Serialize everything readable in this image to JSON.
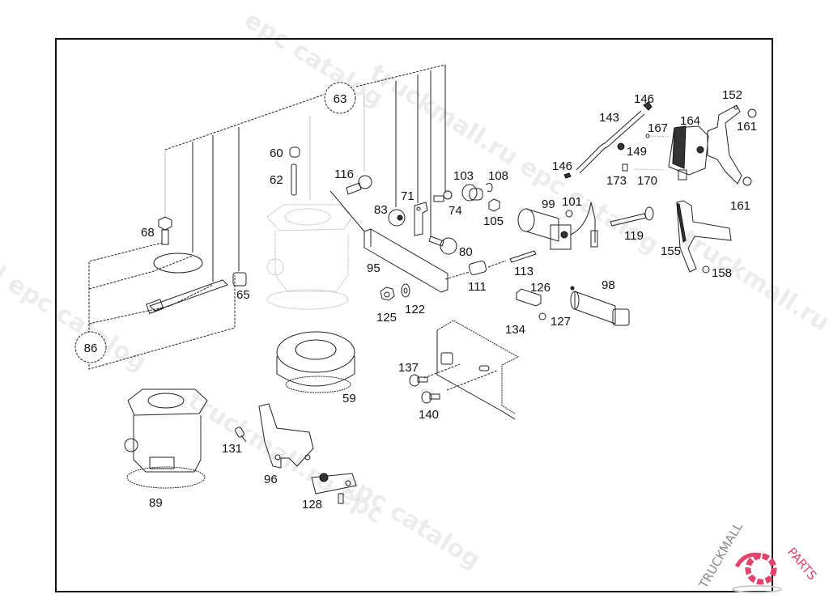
{
  "diagram": {
    "type": "exploded-parts-diagram",
    "callouts": [
      {
        "id": "63",
        "label": "63"
      },
      {
        "id": "86",
        "label": "86"
      }
    ],
    "part_labels": [
      {
        "id": "p60",
        "label": "60"
      },
      {
        "id": "p62",
        "label": "62"
      },
      {
        "id": "p68",
        "label": "68"
      },
      {
        "id": "p65",
        "label": "65"
      },
      {
        "id": "p116",
        "label": "116"
      },
      {
        "id": "p83",
        "label": "83"
      },
      {
        "id": "p71",
        "label": "71"
      },
      {
        "id": "p74",
        "label": "74"
      },
      {
        "id": "p103",
        "label": "103"
      },
      {
        "id": "p108",
        "label": "108"
      },
      {
        "id": "p105",
        "label": "105"
      },
      {
        "id": "p80",
        "label": "80"
      },
      {
        "id": "p95",
        "label": "95"
      },
      {
        "id": "p125",
        "label": "125"
      },
      {
        "id": "p122",
        "label": "122"
      },
      {
        "id": "p111",
        "label": "111"
      },
      {
        "id": "p113",
        "label": "113"
      },
      {
        "id": "p99",
        "label": "99"
      },
      {
        "id": "p101",
        "label": "101"
      },
      {
        "id": "p119",
        "label": "119"
      },
      {
        "id": "p126",
        "label": "126"
      },
      {
        "id": "p127",
        "label": "127"
      },
      {
        "id": "p98",
        "label": "98"
      },
      {
        "id": "p134",
        "label": "134"
      },
      {
        "id": "p137",
        "label": "137"
      },
      {
        "id": "p140",
        "label": "140"
      },
      {
        "id": "p59",
        "label": "59"
      },
      {
        "id": "p89",
        "label": "89"
      },
      {
        "id": "p131",
        "label": "131"
      },
      {
        "id": "p96",
        "label": "96"
      },
      {
        "id": "p128",
        "label": "128"
      },
      {
        "id": "p143",
        "label": "143"
      },
      {
        "id": "p146a",
        "label": "146"
      },
      {
        "id": "p146b",
        "label": "146"
      },
      {
        "id": "p167",
        "label": "167"
      },
      {
        "id": "p164",
        "label": "164"
      },
      {
        "id": "p149",
        "label": "149"
      },
      {
        "id": "p173",
        "label": "173"
      },
      {
        "id": "p170",
        "label": "170"
      },
      {
        "id": "p152",
        "label": "152"
      },
      {
        "id": "p161a",
        "label": "161"
      },
      {
        "id": "p161b",
        "label": "161"
      },
      {
        "id": "p155",
        "label": "155"
      },
      {
        "id": "p158",
        "label": "158"
      }
    ]
  },
  "watermarks": [
    "epc catalog",
    "truckmall.ru epc catalog",
    "l epc catalog",
    "truckmall.ru epc",
    "epc catalog",
    "truckmall.ru e"
  ],
  "logo": {
    "text_grey": "TRUCKMALL",
    "text_pink": "PARTS",
    "accent_color": "#e2436b"
  }
}
